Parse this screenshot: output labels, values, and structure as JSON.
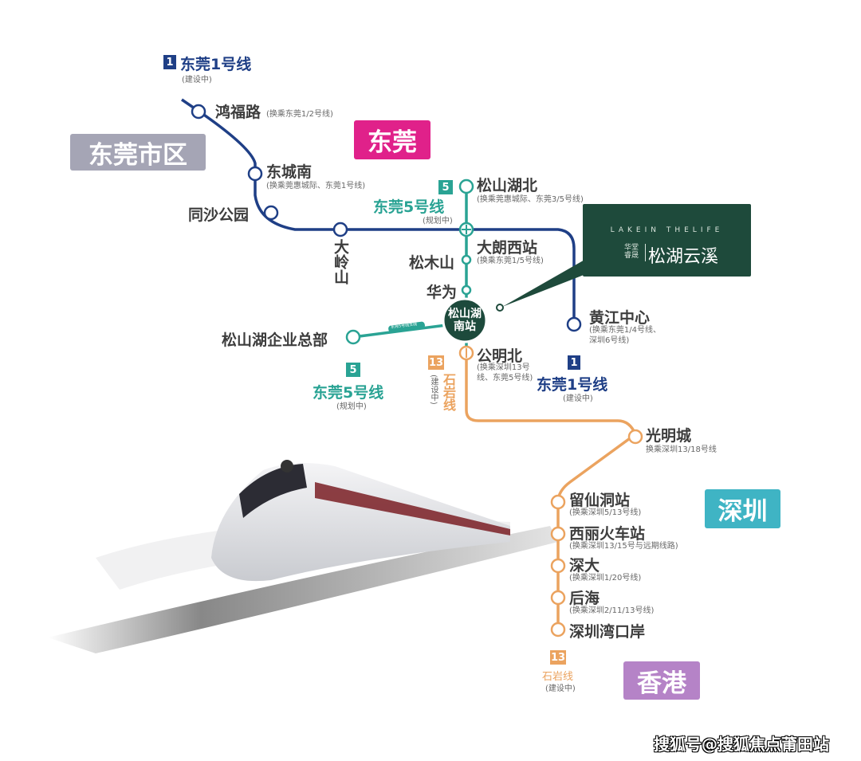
{
  "colors": {
    "line1": "#1f3f86",
    "line5": "#2aa394",
    "line13": "#eba35f",
    "hub": "#1d4a3c",
    "brand_box": "#1e4a3b",
    "dongguan": "#e0218a",
    "dongguan_city": "#a5a5b5",
    "shenzhen": "#3fb4c4",
    "hongkong": "#b583c7"
  },
  "regions": {
    "dongguan_city": "东莞市区",
    "dongguan": "东莞",
    "shenzhen": "深圳",
    "hongkong": "香港"
  },
  "line1": {
    "number": "1",
    "name": "东莞1号线",
    "status": "(建设中)"
  },
  "line5": {
    "number": "5",
    "name": "东莞5号线",
    "status": "(规划中)",
    "branch": "东莞5号线支线"
  },
  "line13": {
    "number": "13",
    "name": "石岩线",
    "status": "(建设中)"
  },
  "stations": {
    "hongfulu": {
      "name": "鸿福路",
      "note": "(换乘东莞1/2号线)"
    },
    "dongchengnan": {
      "name": "东城南",
      "note": "(换乘莞惠城际、东莞1号线)"
    },
    "tongsha": {
      "name": "同沙公园"
    },
    "dalingshan": {
      "name": "大岭山"
    },
    "songshanhubei": {
      "name": "松山湖北",
      "note": "(换乘莞惠城际、东莞3/5号线)"
    },
    "dalangxi": {
      "name": "大朗西站",
      "note": "(换乘东莞1/5号线)"
    },
    "songmushan": {
      "name": "松木山"
    },
    "huawei": {
      "name": "华为"
    },
    "hub": {
      "name": "松山湖南站"
    },
    "hq": {
      "name": "松山湖企业总部"
    },
    "gongmingbei": {
      "name": "公明北",
      "note": "(换乘深圳13号线、东莞5号线)"
    },
    "huangjiang": {
      "name": "黄江中心",
      "note": "(换乘东莞1/4号线、深圳6号线)"
    },
    "guangmingcheng": {
      "name": "光明城",
      "note": "换乘深圳13/18号线"
    },
    "liuxiandong": {
      "name": "留仙洞站",
      "note": "(换乘深圳5/13号线)"
    },
    "xili": {
      "name": "西丽火车站",
      "note": "(换乘深圳13/15号与远期线路)"
    },
    "shenda": {
      "name": "深大",
      "note": "(换乘深圳1/20号线)"
    },
    "houhai": {
      "name": "后海",
      "note": "(换乘深圳2/11/13号线)"
    },
    "shenzhenwan": {
      "name": "深圳湾口岸"
    }
  },
  "project": {
    "tagline": "LAKEIN THELIFE",
    "developer": "华堂睿晟",
    "name": "松湖云溪"
  },
  "watermark": "搜狐号@搜狐焦点莆田站"
}
